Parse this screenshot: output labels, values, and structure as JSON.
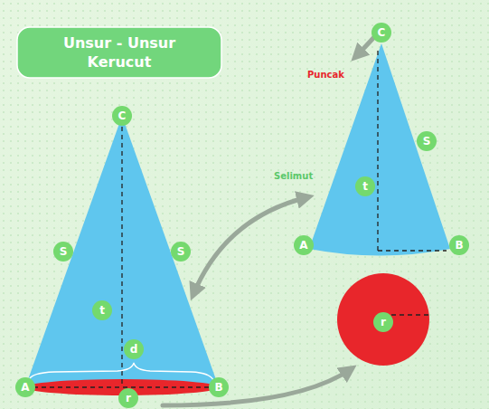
{
  "diagram": {
    "nodes": [
      {
        "text": [
          "Unsur - Unsur Kerucut"
        ]
      },
      {
        "text": [
          "C"
        ]
      },
      {
        "text": [
          "C"
        ]
      },
      {
        "text": [
          "S"
        ]
      },
      {
        "text": [
          "t"
        ]
      },
      {
        "text": [
          "A"
        ]
      },
      {
        "text": [
          "B"
        ]
      },
      {
        "text": [
          "S"
        ]
      },
      {
        "text": [
          "S"
        ]
      },
      {
        "text": [
          "r"
        ]
      },
      {
        "text": [
          "t"
        ]
      },
      {
        "text": [
          "d"
        ]
      },
      {
        "text": [
          "A"
        ]
      },
      {
        "text": [
          "B"
        ]
      },
      {
        "text": [
          "r"
        ]
      }
    ],
    "labels": [
      "Puncak",
      "Selimut"
    ]
  }
}
